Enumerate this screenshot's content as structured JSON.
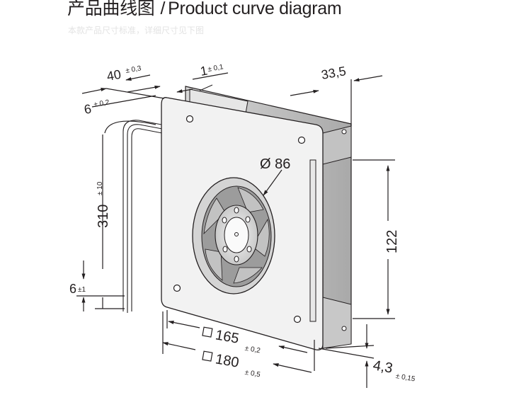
{
  "header": {
    "title_cn": "产品曲线图",
    "title_sep": "/",
    "title_en": "Product curve diagram",
    "subtitle": "本款产品尺寸标准，详细尺寸见下图"
  },
  "dimensions": {
    "d40": {
      "value": "40",
      "tol": "± 0,3"
    },
    "d1": {
      "value": "1",
      "tol": "± 0,1"
    },
    "d6a": {
      "value": "6",
      "tol": "± 0,2"
    },
    "d33": {
      "value": "33,5"
    },
    "dia": {
      "value": "Ø 86"
    },
    "d310": {
      "value": "310",
      "tol": "± 10"
    },
    "d122": {
      "value": "122"
    },
    "d6b": {
      "value": "6",
      "tol": "±1"
    },
    "d165": {
      "value": "165",
      "tol": "± 0,2"
    },
    "d180": {
      "value": "180",
      "tol": "± 0,5"
    },
    "d43": {
      "value": "4,3",
      "tol": "± 0,15"
    }
  },
  "colors": {
    "ink": "#231f20",
    "plate": "#f2f2f2",
    "housing": "#bfbfbf",
    "subtitle": "#e3e3e3"
  }
}
